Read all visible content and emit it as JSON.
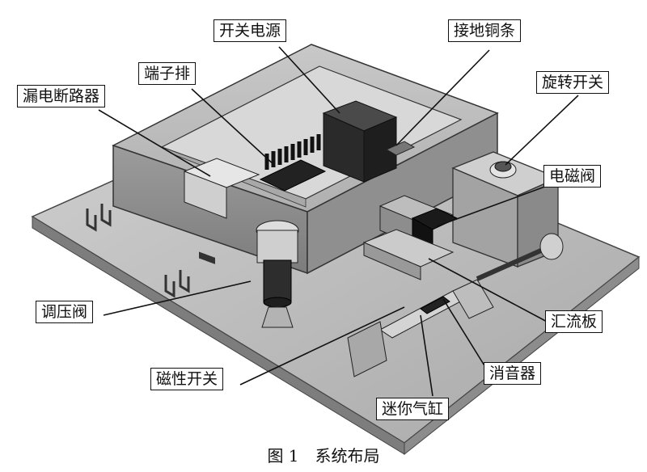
{
  "labels": {
    "switch_power": "开关电源",
    "ground_copper": "接地铜条",
    "terminal_block": "端子排",
    "rotary_switch": "旋转开关",
    "leakage_breaker": "漏电断路器",
    "solenoid_valve": "电磁阀",
    "pressure_regulator": "调压阀",
    "manifold_plate": "汇流板",
    "muffler": "消音器",
    "magnetic_switch": "磁性开关",
    "mini_cylinder": "迷你气缸"
  },
  "caption": {
    "number": "图 1",
    "title": "系统布局"
  },
  "colors": {
    "base": "#b9b9b9",
    "frame": "#9a9a9a",
    "dark": "#2a2a2a",
    "line": "#111111"
  }
}
